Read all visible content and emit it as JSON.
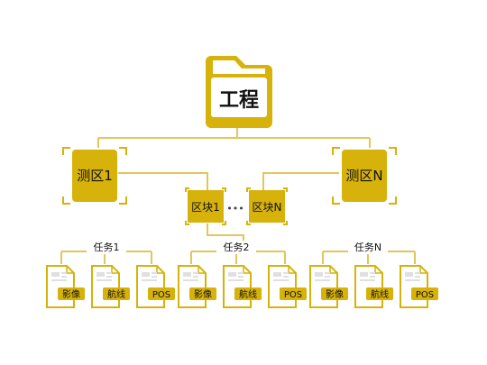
{
  "colors": {
    "gold": "#D6B20A",
    "gold_dark": "#C49F06",
    "line": "#E2C65A",
    "white": "#FFFFFF",
    "gray": "#E0E0E0",
    "text": "#111111"
  },
  "project": {
    "label": "工程",
    "icon": "folder-icon"
  },
  "survey_areas": [
    {
      "label": "测区1"
    },
    {
      "label": "测区N"
    }
  ],
  "blocks": [
    {
      "label": "区块1"
    },
    {
      "label": "区块N"
    }
  ],
  "block_ellipsis": "•••",
  "tasks": [
    {
      "label": "任务1",
      "files": [
        {
          "label": "影像"
        },
        {
          "label": "航线"
        },
        {
          "label": "POS"
        }
      ]
    },
    {
      "label": "任务2",
      "files": [
        {
          "label": "影像"
        },
        {
          "label": "航线"
        },
        {
          "label": "POS"
        }
      ]
    },
    {
      "label": "任务N",
      "files": [
        {
          "label": "影像"
        },
        {
          "label": "航线"
        },
        {
          "label": "POS"
        }
      ]
    }
  ]
}
